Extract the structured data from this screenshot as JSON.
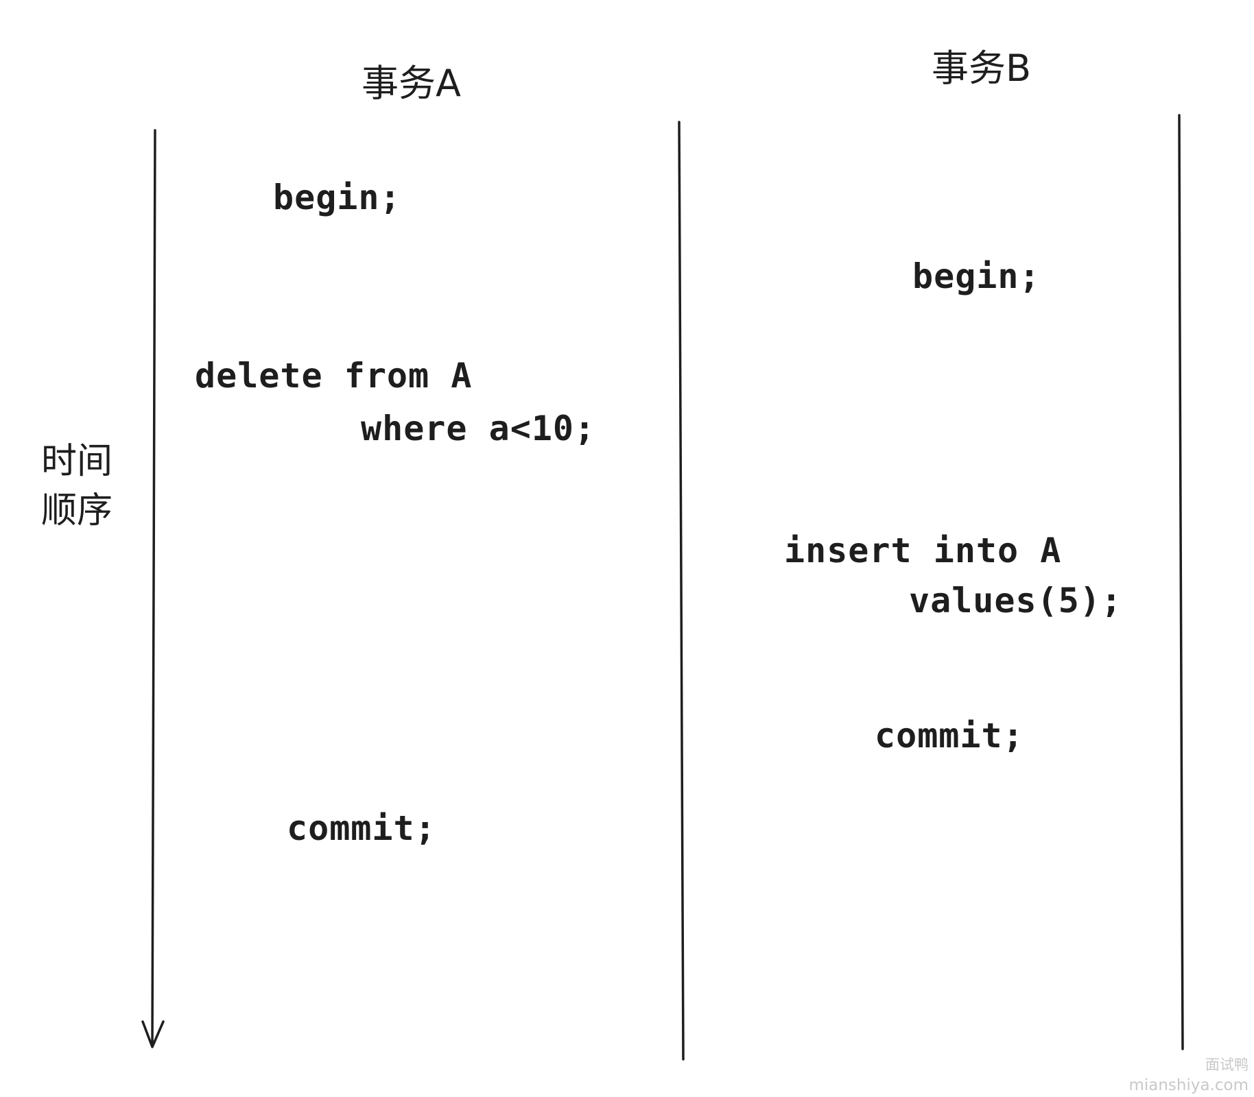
{
  "headers": {
    "transaction_a": "事务A",
    "transaction_b": "事务B"
  },
  "time_axis": {
    "label_line1": "时间",
    "label_line2": "顺序"
  },
  "transaction_a": {
    "begin": "begin;",
    "delete_line1": "delete from A",
    "delete_line2": "where a<10;",
    "commit": "commit;"
  },
  "transaction_b": {
    "begin": "begin;",
    "insert_line1": "insert into A",
    "insert_line2": "values(5);",
    "commit": "commit;"
  },
  "watermark": {
    "line1": "面试鸭",
    "line2": "mianshiya.com"
  },
  "colors": {
    "ink": "#1e1e1e",
    "watermark": "#c8c8c8",
    "background": "#ffffff"
  }
}
